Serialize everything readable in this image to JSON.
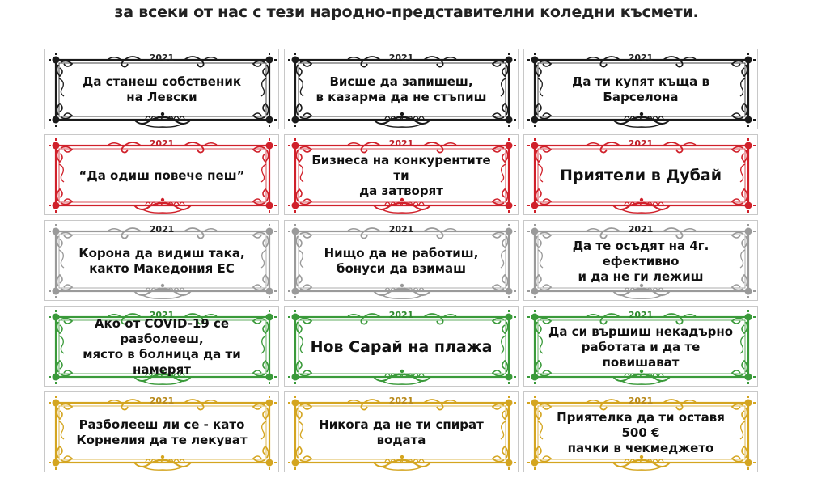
{
  "heading": "за всеки от нас с тези народно-представителни коледни късмети.",
  "year": "2021",
  "rows": [
    {
      "color": "#1a1a1a",
      "cards": [
        "Да станеш собственик\nна Левски",
        "Висше да запишеш,\nв казарма да не стъпиш",
        "Да ти купят къща в Барселона"
      ]
    },
    {
      "color": "#d0202a",
      "cards": [
        "“Да одиш повече пеш”",
        "Бизнеса на конкурентите ти\nда затворят",
        "Приятели в Дубай"
      ]
    },
    {
      "color": "#9a9a9a",
      "cards": [
        "Корона да видиш така,\nкакто Македония ЕС",
        "Нищо да не работиш,\nбонуси да взимаш",
        "Да те осъдят на 4г. ефективно\nи да не ги лежиш"
      ]
    },
    {
      "color": "#3a9a3a",
      "cards": [
        "Ако от COVID-19  се разболееш,\nмясто в болница да ти намерят",
        "Нов Сарай на плажа",
        "Да си вършиш некадърно\nработата и да те повишават"
      ]
    },
    {
      "color": "#d4a520",
      "cards": [
        "Разболееш ли се - като\nКорнелия да те лекуват",
        "Никога да не ти спират водата",
        "Приятелка да ти оставя 500 €\nпачки в чекмеджето"
      ]
    }
  ]
}
